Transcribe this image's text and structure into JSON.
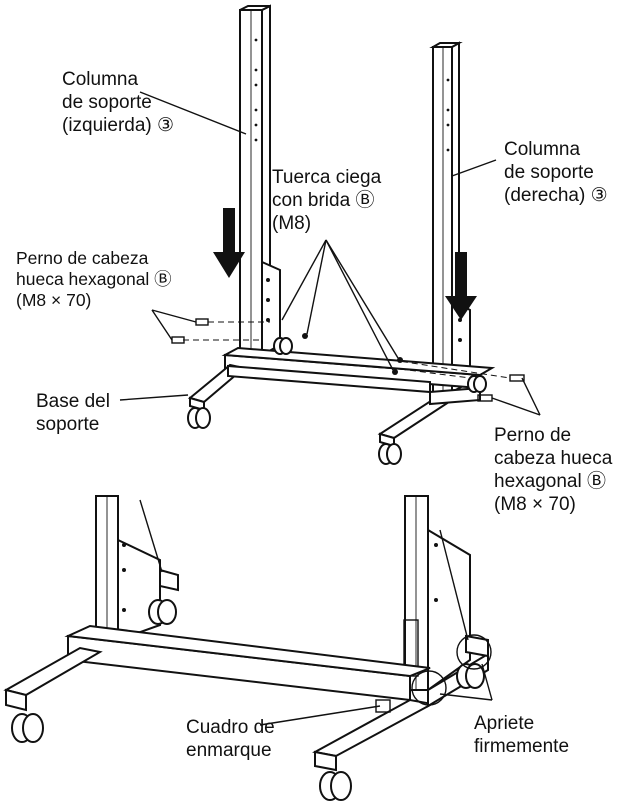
{
  "labels": {
    "columna_izq": [
      "Columna",
      "de soporte",
      "(izquierda) ③"
    ],
    "columna_der": [
      "Columna",
      "de soporte",
      "(derecha) ③"
    ],
    "tuerca": [
      "Tuerca ciega",
      "con brida Ⓑ",
      "(M8)"
    ],
    "perno_izq": [
      "Perno de cabeza",
      "hueca hexagonal Ⓑ",
      "(M8 × 70)"
    ],
    "perno_der": [
      "Perno de",
      "cabeza hueca",
      "hexagonal Ⓑ",
      "(M8 × 70)"
    ],
    "base": [
      "Base del",
      "soporte"
    ],
    "cuadro": [
      "Cuadro de",
      "enmarque"
    ],
    "apriete": [
      "Apriete",
      "firmemente"
    ]
  }
}
